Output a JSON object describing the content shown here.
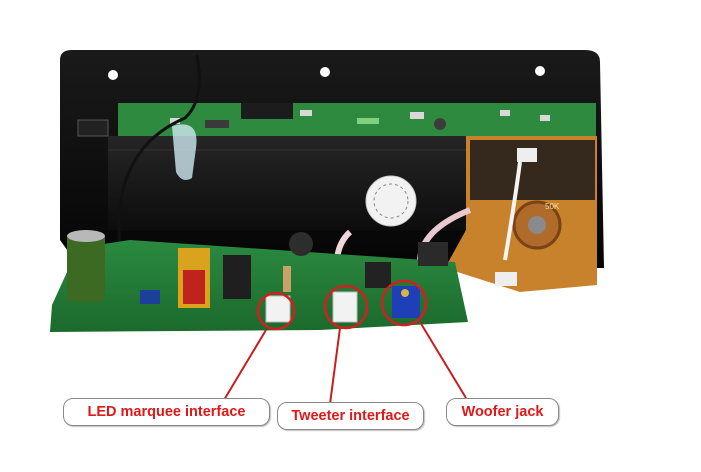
{
  "labels": {
    "led_marquee": "LED marquee interface",
    "tweeter": "Tweeter interface",
    "woofer": "Woofer jack"
  },
  "board_print": {
    "pot_value": "50K"
  },
  "colors": {
    "label_text": "#e01818",
    "pointer": "#c81e1e",
    "plate": "#0d0d0d",
    "pcb": "#1f7a34",
    "heatsink": "#151515"
  }
}
